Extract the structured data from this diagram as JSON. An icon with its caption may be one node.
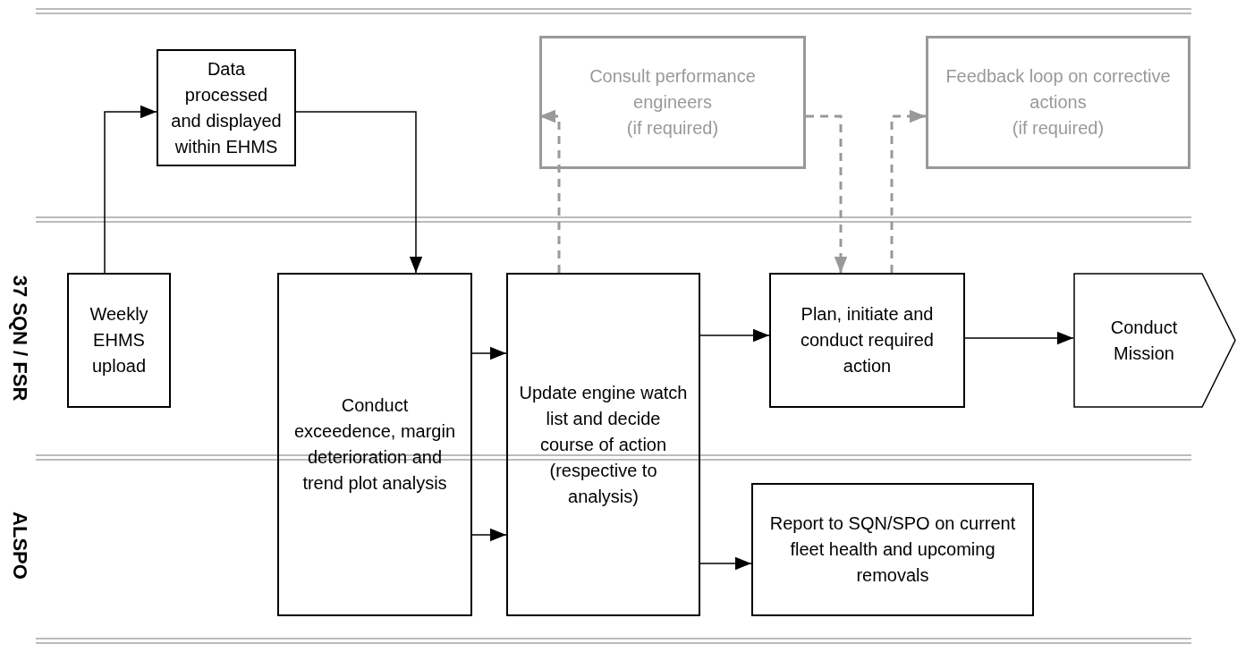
{
  "diagram": {
    "nodes": [
      {
        "text": [
          "Data processed and displayed within EHMS"
        ]
      },
      {
        "text": [
          "Consult performance engineers",
          "(if required)"
        ]
      },
      {
        "text": [
          "Feedback loop on corrective actions",
          "(if required)"
        ]
      },
      {
        "text": [
          "Weekly EHMS upload"
        ]
      },
      {
        "text": [
          "Conduct exceedence, margin deterioration and trend plot analysis"
        ]
      },
      {
        "text": [
          "Update engine watch list and decide course of action (respective to analysis)"
        ]
      },
      {
        "text": [
          "Plan, initiate and conduct required action"
        ]
      },
      {
        "text": [
          "Conduct Mission"
        ]
      },
      {
        "text": [
          "Report to SQN/SPO on current fleet health and upcoming removals"
        ]
      }
    ],
    "edges": [
      {
        "from": 3,
        "to": 0,
        "arrow": "to"
      },
      {
        "from": 0,
        "to": 4,
        "arrow": "to"
      },
      {
        "from": 4,
        "to": 5,
        "arrow": "to"
      },
      {
        "from": 4,
        "to": 5,
        "arrow": "to"
      },
      {
        "from": 5,
        "to": 1,
        "arrow": "to",
        "style": "dashed",
        "color": "#999999"
      },
      {
        "from": 1,
        "to": 6,
        "arrow": "to",
        "style": "dashed",
        "color": "#999999"
      },
      {
        "from": 6,
        "to": 2,
        "arrow": "to",
        "style": "dashed",
        "color": "#999999"
      },
      {
        "from": 5,
        "to": 6,
        "arrow": "to"
      },
      {
        "from": 6,
        "to": 7,
        "arrow": "to"
      },
      {
        "from": 5,
        "to": 8,
        "arrow": "to"
      }
    ],
    "labels": [
      "37 SQN / FSR",
      "ALSPO"
    ]
  }
}
